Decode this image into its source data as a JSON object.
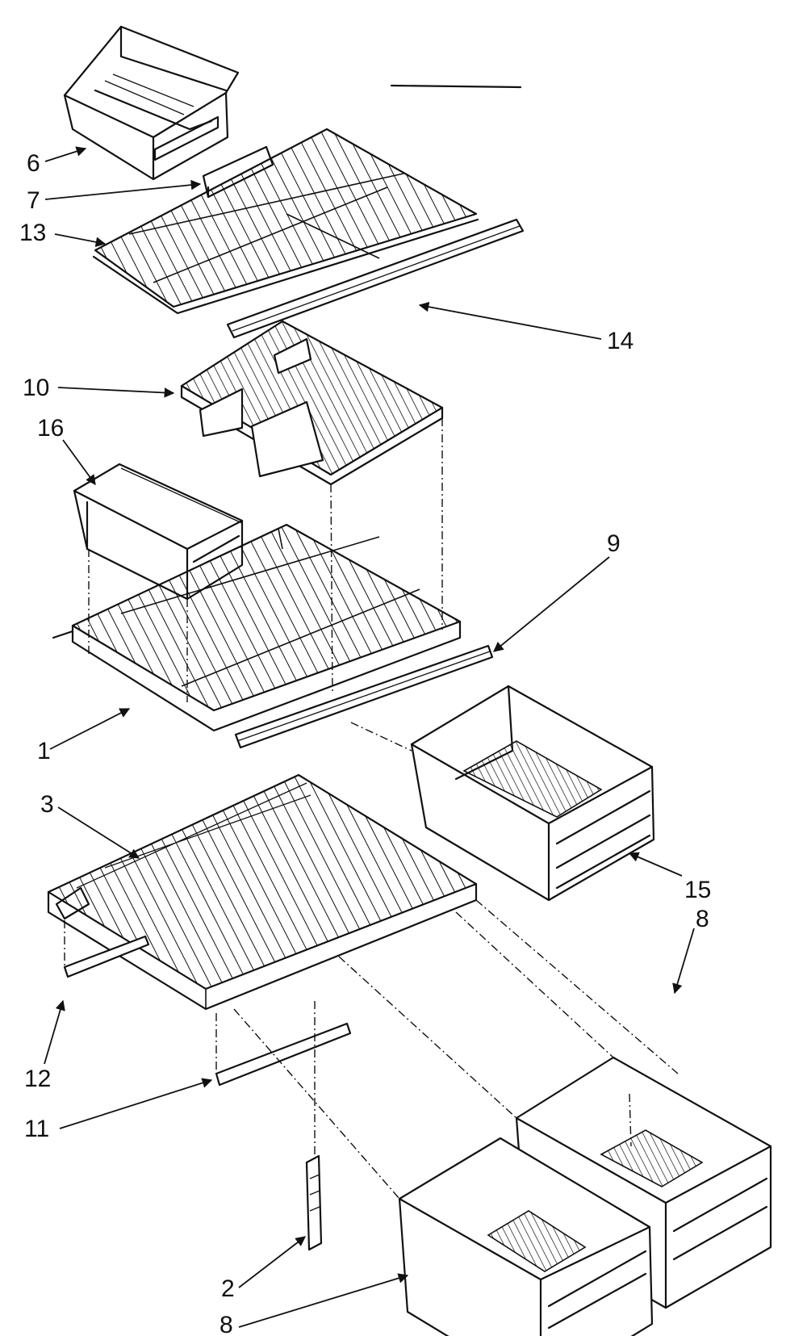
{
  "title": "",
  "callouts": {
    "c6": "6",
    "c7": "7",
    "c13": "13",
    "c14": "14",
    "c10": "10",
    "c16": "16",
    "c9": "9",
    "c1": "1",
    "c3": "3",
    "c15": "15",
    "c8a": "8",
    "c12": "12",
    "c11": "11",
    "c2": "2",
    "c8b": "8"
  },
  "line_color": "#111111",
  "background_color": "#ffffff"
}
